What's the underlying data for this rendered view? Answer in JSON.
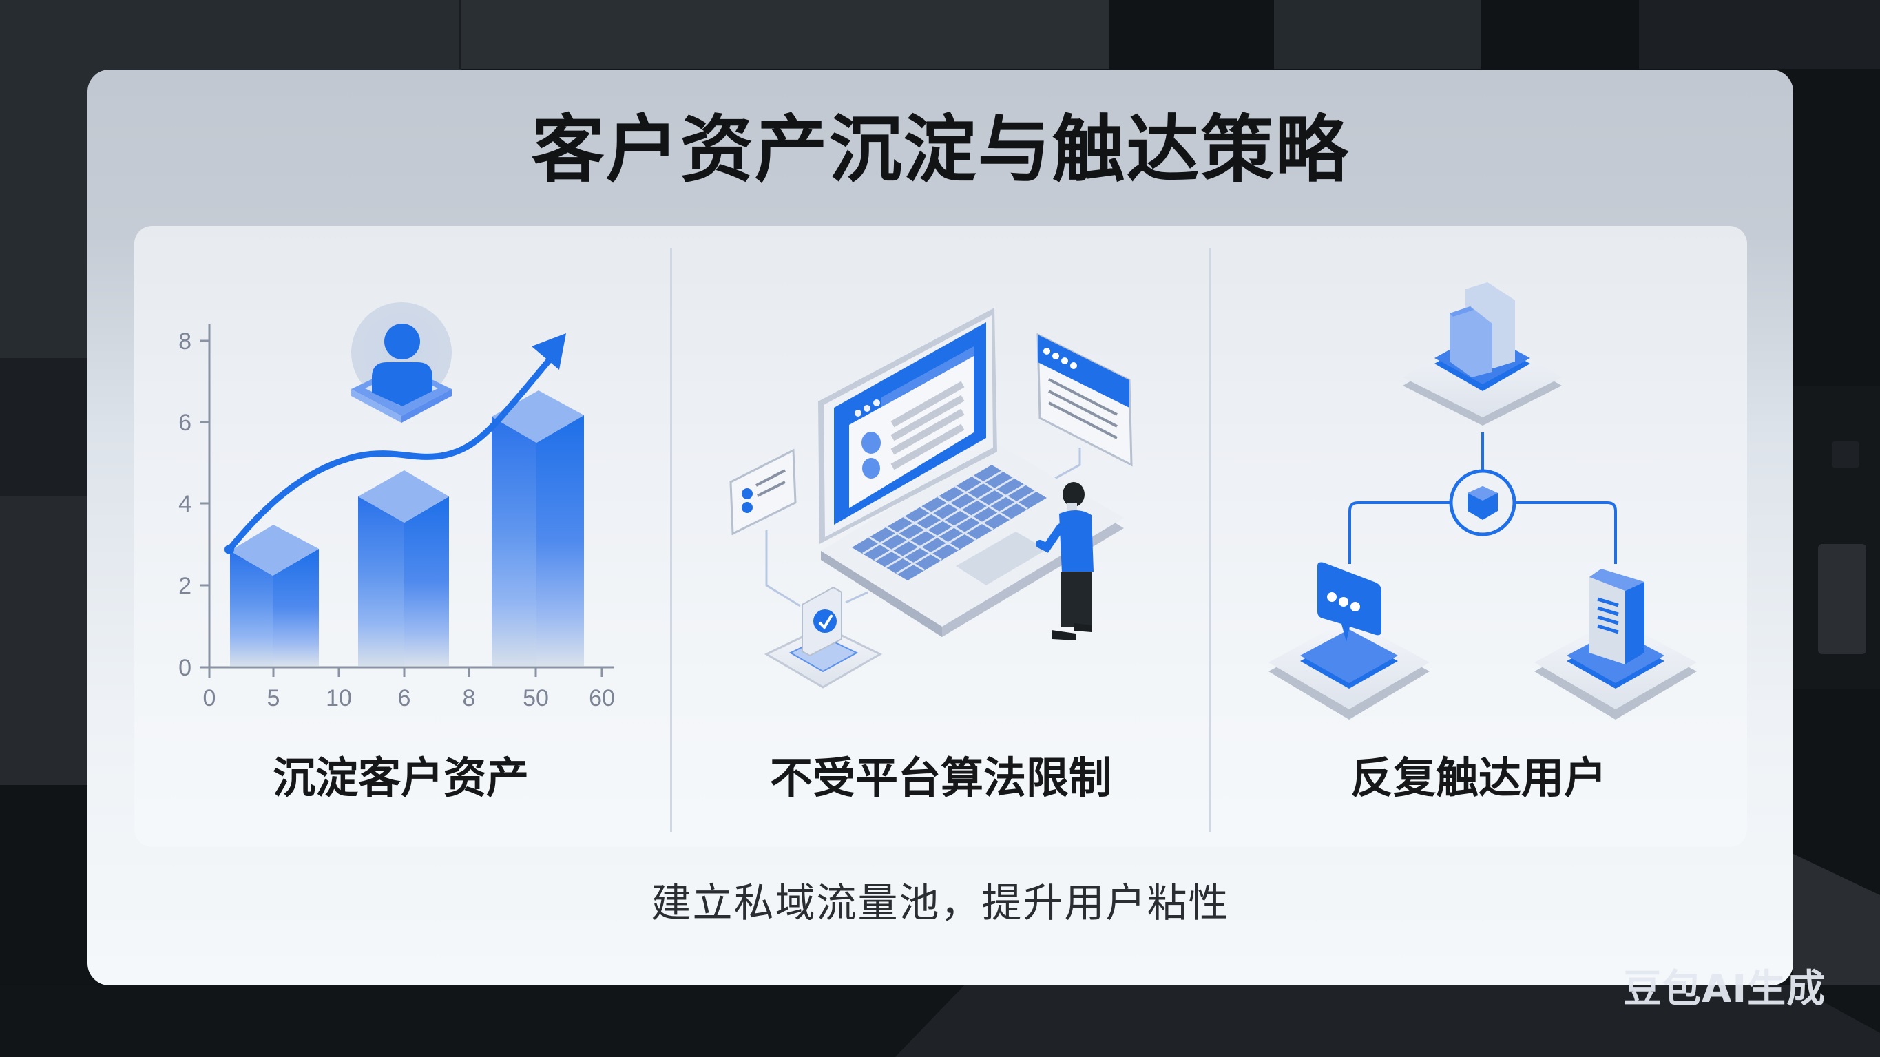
{
  "slide": {
    "title": "客户资产沉淀与触达策略",
    "subtitle": "建立私域流量池，提升用户粘性",
    "watermark": "豆包AI生成",
    "accent_color": "#1e6fe8",
    "accent_light": "#93b6f3"
  },
  "columns": [
    {
      "label": "沉淀客户资产",
      "icon": "bar-chart-growth-user-icon"
    },
    {
      "label": "不受平台算法限制",
      "icon": "laptop-person-icon"
    },
    {
      "label": "反复触达用户",
      "icon": "network-hub-icon"
    }
  ],
  "chart_data": {
    "type": "bar",
    "title": "",
    "xlabel": "",
    "ylabel": "",
    "x_tick_labels": [
      "0",
      "5",
      "10",
      "6",
      "8",
      "50",
      "60"
    ],
    "y_tick_labels": [
      "0",
      "2",
      "4",
      "6",
      "8"
    ],
    "ylim": [
      0,
      8
    ],
    "categories": [
      "5",
      "6",
      "50"
    ],
    "values": [
      2.9,
      4.6,
      6.5
    ],
    "trend_line": {
      "type": "arrow",
      "points_y": [
        2.9,
        5.2,
        5.1,
        6.3,
        8.0
      ]
    },
    "grid": false,
    "legend": null
  }
}
